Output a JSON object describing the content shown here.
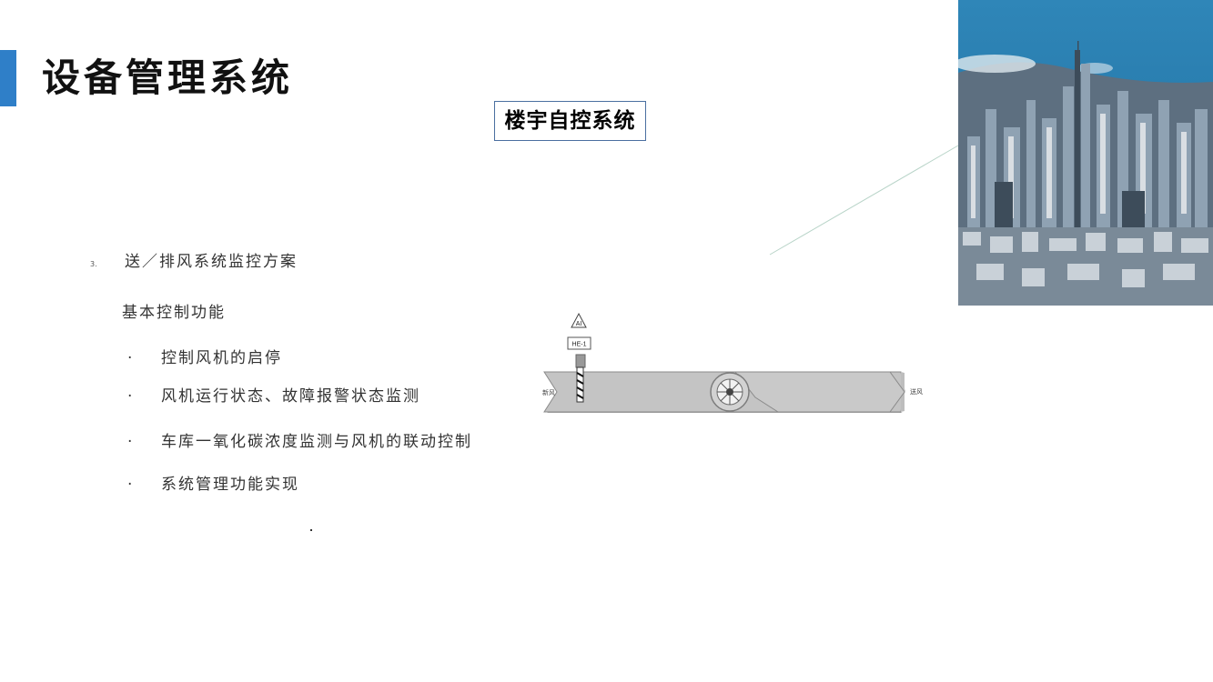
{
  "slide": {
    "title": "设备管理系统",
    "box_title": "楼宇自控系统",
    "section_number": "3.",
    "section_title": "送／排风系统监控方案",
    "sub_title": "基本控制功能",
    "bullets": [
      "控制风机的启停",
      "风机运行状态、故障报警状态监测",
      "车库一氧化碳浓度监测与风机的联动控制",
      "系统管理功能实现"
    ],
    "bullet_symbol": "·"
  },
  "diagram": {
    "sensor_label": "AI",
    "sensor_tag": "HE-1",
    "inlet_label": "新风",
    "outlet_label": "送风"
  },
  "colors": {
    "accent": "#2f7fc8",
    "box_border": "#4a6fa0",
    "duct_fill": "#c4c4c4"
  }
}
